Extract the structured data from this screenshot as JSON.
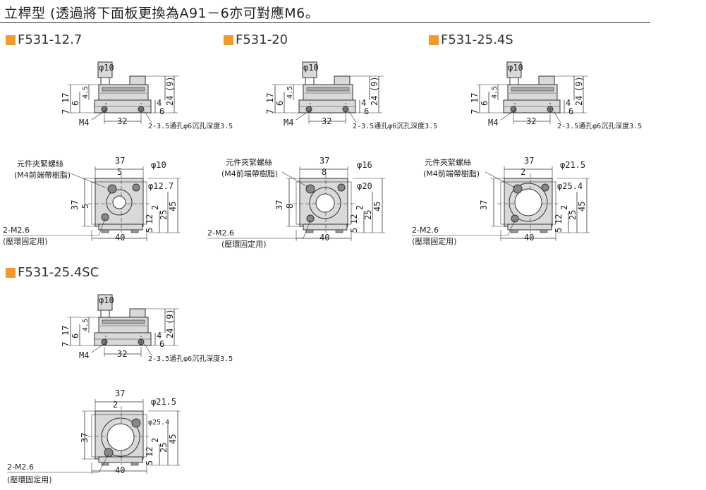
{
  "page": {
    "title": "立桿型 (透過將下面板更換為A91－6亦可對應M6。"
  },
  "colors": {
    "accent": "#f39a2a",
    "line": "#333333",
    "body_fill": "#d9d9d9",
    "dark_fill": "#888888"
  },
  "models": [
    {
      "id": "f531-12-7",
      "name": "F531-12.7",
      "side": {
        "rod_dia": "φ10",
        "d_7": "7",
        "d_17": "17",
        "d_6": "6",
        "d_4_5": "4.5",
        "d_9": "(9)",
        "d_24": "24",
        "d_4": "4",
        "d_6b": "6",
        "d_m4": "M4",
        "d_32": "32",
        "hole_note": "2-3.5通孔φ6沉孔深度3.5"
      },
      "front": {
        "clamp_note_1": "元件夾緊螺絲",
        "clamp_note_2": "(M4前端帶樹脂)",
        "d_37_top": "37",
        "d_inner": "5",
        "d_outer_dia": "φ10",
        "d_inner_dia": "φ12.7",
        "d_37_side": "37",
        "d_side_inner": "5",
        "d_45": "45",
        "d_25": "25",
        "d_2": "2",
        "d_12": "12",
        "d_5": "5",
        "d_40": "40",
        "mount_note_1": "2-M2.6",
        "mount_note_2": "(壓環固定用)"
      }
    },
    {
      "id": "f531-20",
      "name": "F531-20",
      "side": {
        "rod_dia": "φ10",
        "d_7": "7",
        "d_17": "17",
        "d_6": "6",
        "d_4_5": "4.5",
        "d_9": "(9)",
        "d_24": "24",
        "d_4": "4",
        "d_6b": "6",
        "d_m4": "M4",
        "d_32": "32",
        "hole_note": "2-3.5通孔φ6沉孔深度3.5"
      },
      "front": {
        "clamp_note_1": "元件夾緊螺絲",
        "clamp_note_2": "(M4前端帶樹脂)",
        "d_37_top": "37",
        "d_inner": "8",
        "d_outer_dia": "φ16",
        "d_inner_dia": "φ20",
        "d_37_side": "37",
        "d_side_inner": "8",
        "d_45": "45",
        "d_25": "25",
        "d_2": "2",
        "d_12": "12",
        "d_5": "5",
        "d_40": "40",
        "mount_note_1": "2-M2.6",
        "mount_note_2": "(壓環固定用)"
      }
    },
    {
      "id": "f531-25-4s",
      "name": "F531-25.4S",
      "side": {
        "rod_dia": "φ10",
        "d_7": "7",
        "d_17": "17",
        "d_6": "6",
        "d_4_5": "4.5",
        "d_9": "(9)",
        "d_24": "24",
        "d_4": "4",
        "d_6b": "6",
        "d_m4": "M4",
        "d_32": "32",
        "hole_note": "2-3.5通孔φ6沉孔深度3.5"
      },
      "front": {
        "clamp_note_1": "元件夾緊螺絲",
        "clamp_note_2": "(M4前端帶樹脂)",
        "d_37_top": "37",
        "d_inner": "2",
        "d_outer_dia": "φ21.5",
        "d_inner_dia": "φ25.4",
        "d_37_side": "37",
        "d_side_inner": "",
        "d_45": "45",
        "d_25": "25",
        "d_2": "2",
        "d_12": "12",
        "d_5": "5",
        "d_40": "40",
        "mount_note_1": "2-M2.6",
        "mount_note_2": "(壓環固定用)"
      }
    },
    {
      "id": "f531-25-4sc",
      "name": "F531-25.4SC",
      "side": {
        "rod_dia": "φ10",
        "d_7": "7",
        "d_17": "17",
        "d_6": "6",
        "d_4_5": "4.5",
        "d_9": "(9)",
        "d_24": "24",
        "d_4": "4",
        "d_6b": "6",
        "d_m4": "M4",
        "d_32": "32",
        "hole_note": "2-3.5通孔φ6沉孔深度3.5"
      },
      "front": {
        "clamp_note_1": "",
        "clamp_note_2": "",
        "d_37_top": "37",
        "d_inner": "2",
        "d_outer_dia": "φ21.5",
        "d_inner_dia": "φ25.4",
        "d_37_side": "37",
        "d_side_inner": "",
        "d_45": "45",
        "d_25": "25",
        "d_2": "2",
        "d_12": "12",
        "d_5": "5",
        "d_40": "40",
        "mount_note_1": "2-M2.6",
        "mount_note_2": "(壓環固定用)"
      }
    }
  ]
}
